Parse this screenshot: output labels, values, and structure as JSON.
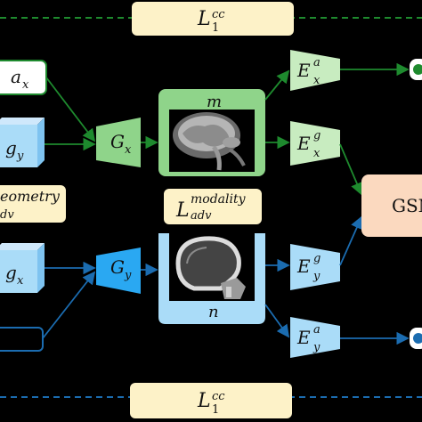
{
  "loss_top": {
    "main": "L",
    "sup": "cc",
    "sub": "1"
  },
  "loss_bottom": {
    "main": "L",
    "sup": "cc",
    "sub": "1"
  },
  "loss_modality": {
    "main": "L",
    "sup": "modality",
    "sub": "adv"
  },
  "loss_geometry_partial": {
    "line1": "eometry",
    "line2": "dv"
  },
  "input_ax": {
    "main": "a",
    "sub": "x"
  },
  "input_gy": {
    "main": "g",
    "sub": "y"
  },
  "input_gx": {
    "main": "g",
    "sub": "x"
  },
  "generator_gx": {
    "main": "G",
    "sub": "x"
  },
  "generator_gy": {
    "main": "G",
    "sub": "y"
  },
  "image_m_label": "m",
  "image_n_label": "n",
  "encoder_eax": {
    "main": "E",
    "sup": "a",
    "sub": "x"
  },
  "encoder_egx": {
    "main": "E",
    "sup": "g",
    "sub": "x"
  },
  "encoder_egy": {
    "main": "E",
    "sup": "g",
    "sub": "y"
  },
  "encoder_eay": {
    "main": "E",
    "sup": "a",
    "sub": "y"
  },
  "gsm_label": "GSN",
  "colors": {
    "yellow_fill": "#fdf2c8",
    "green_fill": "#8fd48a",
    "green_light": "#c8ecc0",
    "blue_fill": "#2aa8f2",
    "blue_light": "#aadcf8",
    "peach_fill": "#fbd9bf",
    "green_line": "#1e8a2e",
    "blue_line": "#1b6cb0"
  }
}
